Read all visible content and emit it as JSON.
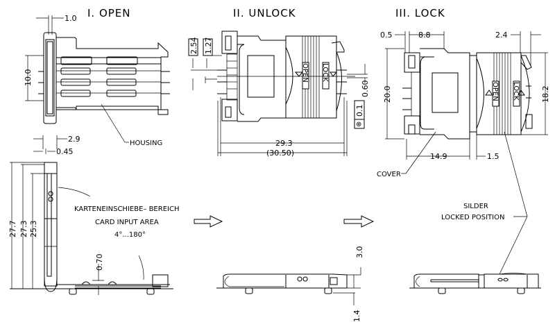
{
  "titles": {
    "open": "I.  OPEN",
    "unlock": "II.  UNLOCK",
    "lock": "III.  LOCK"
  },
  "open_view": {
    "dim_pitch_width": "1.0",
    "dim_height": "10.0",
    "housing_label": "HOUSING"
  },
  "side_view": {
    "dim_2_9": "2.9",
    "dim_0_45": "0.45",
    "dim_27_7": "27.7",
    "dim_27_3": "27.3",
    "dim_25_3": "25.3",
    "dim_0_70": "0.70",
    "card_area_de": "KARTENEINSCHIEBE– BEREICH",
    "card_area_en": "CARD  INPUT  AREA",
    "card_area_angle": "4°...180°"
  },
  "unlock_view": {
    "dim_2_54": "2.54",
    "dim_1_27": "1.27",
    "dim_0_60": "0.60",
    "tol_0_1": "0.1",
    "tol_symbol": "⊕",
    "dim_29_3": "29.3",
    "dim_30_50": "(30.50)",
    "open_marker": "OPEN",
    "lock_marker": "LOCK"
  },
  "unlock_side": {
    "dim_3_0": "3.0",
    "dim_1_4": "1.4"
  },
  "lock_view": {
    "dim_0_5": "0.5",
    "dim_8_8": "8.8",
    "dim_2_4": "2.4",
    "dim_20_0": "20.0",
    "dim_18_2": "18.2",
    "dim_14_9": "14.9",
    "dim_1_5": "1.5",
    "cover_label": "COVER",
    "open_marker": "OPEN",
    "lock_marker": "LOCK",
    "slider_label_1": "SILDER",
    "slider_label_2": "LOCKED  POSITION"
  }
}
